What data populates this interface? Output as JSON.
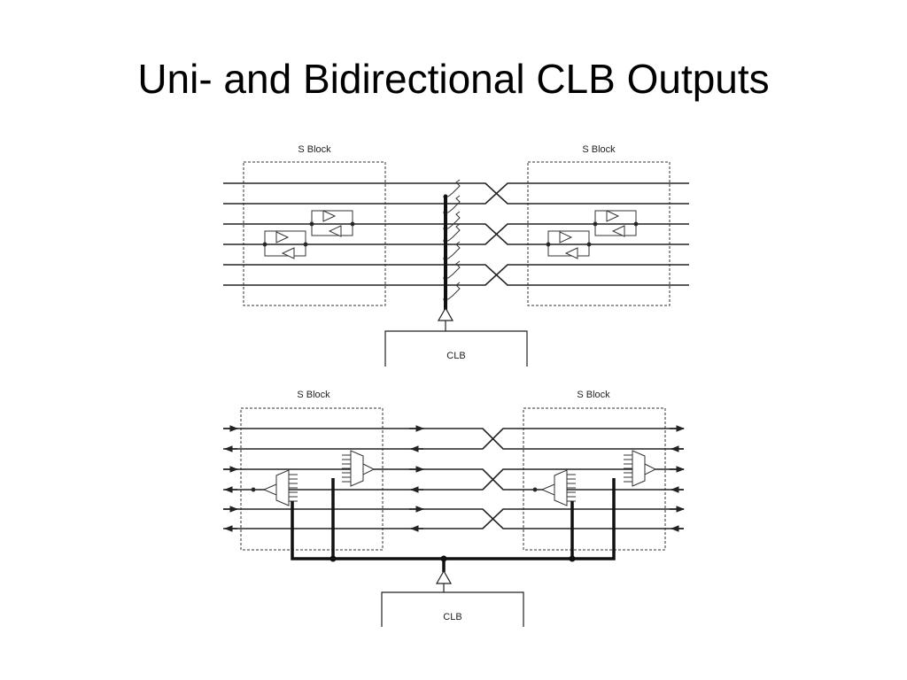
{
  "slide": {
    "title": "Uni- and Bidirectional CLB Outputs"
  },
  "top_diagram": {
    "left_block_label": "S Block",
    "right_block_label": "S Block",
    "clb_label": "CLB"
  },
  "bottom_diagram": {
    "left_block_label": "S Block",
    "right_block_label": "S Block",
    "clb_label": "CLB"
  }
}
